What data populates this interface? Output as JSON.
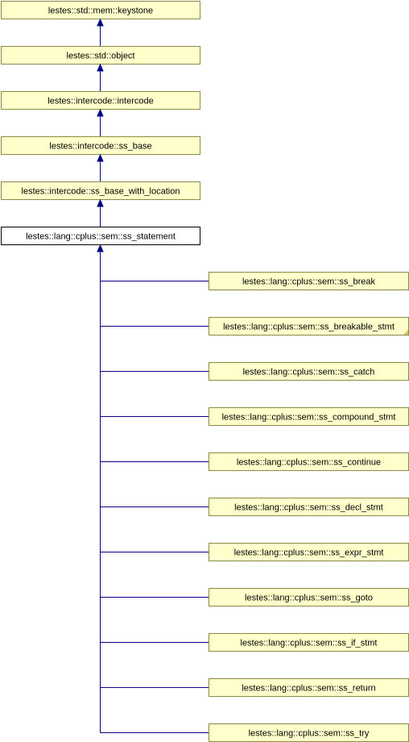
{
  "colors": {
    "node_fill": "#ffffcc",
    "node_fill_current": "#ffffff",
    "node_border": "#8b8b45",
    "node_border_current": "#000000",
    "edge": "#000080",
    "more_marker": "#c8c864"
  },
  "diagram": {
    "ancestors": [
      {
        "label": "lestes::std::mem::keystone"
      },
      {
        "label": "lestes::std::object"
      },
      {
        "label": "lestes::intercode::intercode"
      },
      {
        "label": "lestes::intercode::ss_base"
      },
      {
        "label": "lestes::intercode::ss_base_with_location"
      }
    ],
    "current": {
      "label": "lestes::lang::cplus::sem::ss_statement"
    },
    "children": [
      {
        "label": "lestes::lang::cplus::sem::ss_break",
        "has_more": false
      },
      {
        "label": "lestes::lang::cplus::sem::ss_breakable_stmt",
        "has_more": true
      },
      {
        "label": "lestes::lang::cplus::sem::ss_catch",
        "has_more": false
      },
      {
        "label": "lestes::lang::cplus::sem::ss_compound_stmt",
        "has_more": false
      },
      {
        "label": "lestes::lang::cplus::sem::ss_continue",
        "has_more": false
      },
      {
        "label": "lestes::lang::cplus::sem::ss_decl_stmt",
        "has_more": false
      },
      {
        "label": "lestes::lang::cplus::sem::ss_expr_stmt",
        "has_more": false
      },
      {
        "label": "lestes::lang::cplus::sem::ss_goto",
        "has_more": false
      },
      {
        "label": "lestes::lang::cplus::sem::ss_if_stmt",
        "has_more": false
      },
      {
        "label": "lestes::lang::cplus::sem::ss_return",
        "has_more": false
      },
      {
        "label": "lestes::lang::cplus::sem::ss_try",
        "has_more": false
      }
    ]
  }
}
